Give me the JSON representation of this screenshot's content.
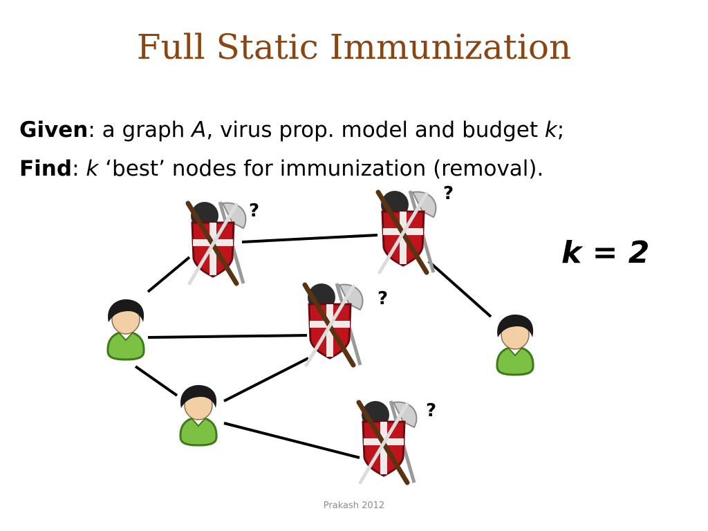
{
  "slide": {
    "title": "Full Static Immunization",
    "given": {
      "label": "Given",
      "sep": ":",
      "p1": " a graph ",
      "var_a": "A",
      "p2": ", virus prop. model and budget ",
      "var_k": "k",
      "p3": ";"
    },
    "find": {
      "label": "Find",
      "sep": ":",
      "p0": " ",
      "var_k": "k",
      "p1": " ‘best’ nodes for immunization (removal)."
    },
    "budget": {
      "var": "k",
      "rest": " = 2"
    },
    "footer": "Prakash 2012"
  },
  "diagram": {
    "question_mark": "?",
    "colors": {
      "edge": "#000000",
      "shield_red": "#c0141c",
      "shield_dark": "#6b0a0e",
      "shield_stripe": "#f2e9e9",
      "axe_metal": "#b9b9b9",
      "sword_handle": "#5a3412",
      "person_hair": "#1a1a1a",
      "person_skin": "#f3cfa6",
      "person_shirt": "#7cc143",
      "person_shirt_dark": "#3f7a1a"
    },
    "icons": {
      "immunized": "crossed-shield-icon",
      "susceptible": "person-icon"
    }
  }
}
